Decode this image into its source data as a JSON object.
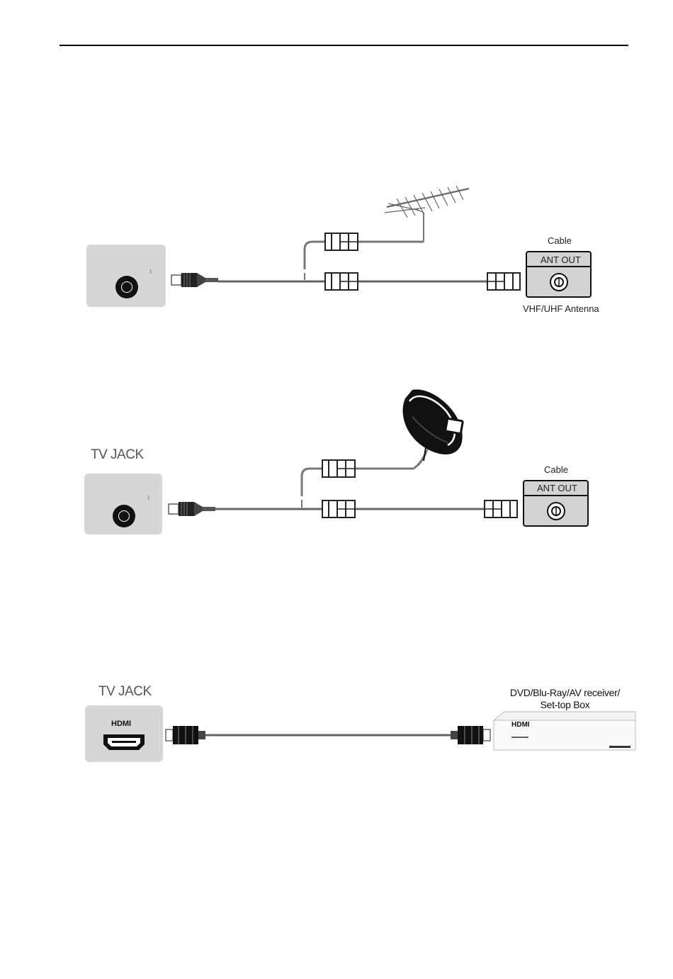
{
  "diagrams": {
    "antenna": {
      "cable_label": "Cable",
      "port_label": "ANT OUT",
      "antenna_label": "VHF/UHF Antenna"
    },
    "satellite": {
      "tv_jack_label": "TV JACK",
      "cable_label": "Cable",
      "port_label": "ANT OUT"
    },
    "hdmi": {
      "tv_jack_label": "TV JACK",
      "tv_port_label": "HDMI",
      "device_label_line1": "DVD/Blu-Ray/AV receiver/",
      "device_label_line2": "Set-top Box",
      "device_port_label": "HDMI"
    }
  }
}
